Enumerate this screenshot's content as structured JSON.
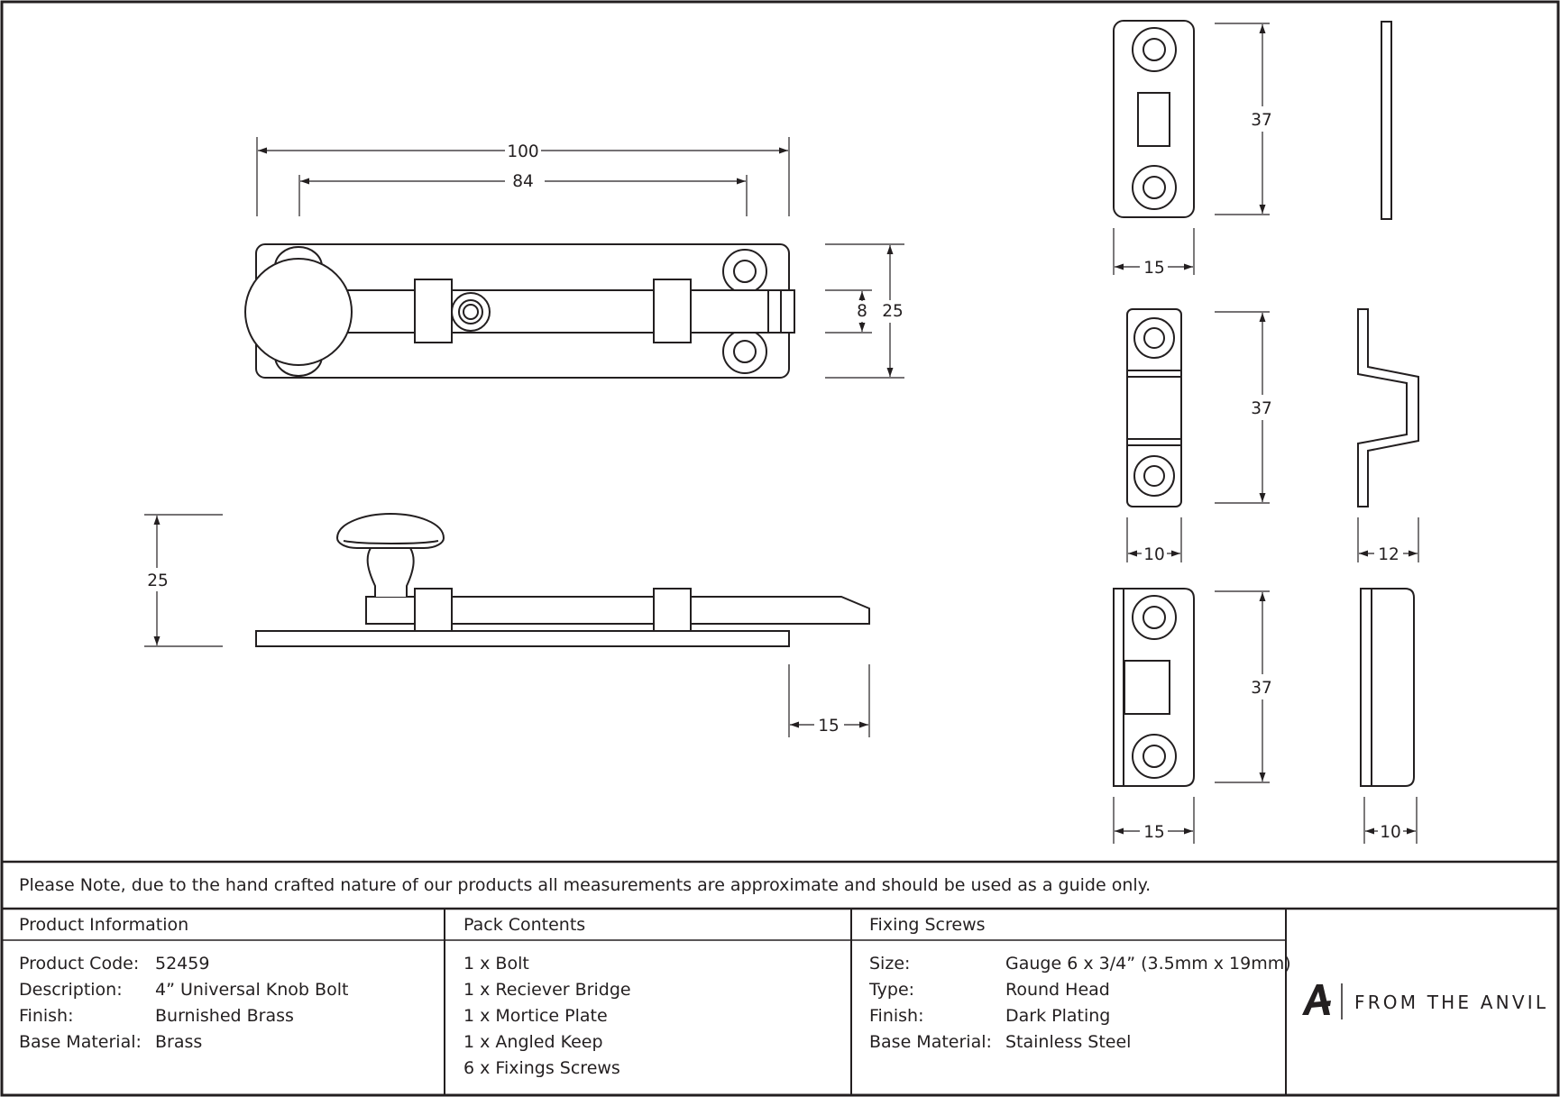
{
  "dimensions": {
    "overall_length": "100",
    "fixing_centres": "84",
    "plate_height": "25",
    "bolt_width": "8",
    "side_height": "25",
    "bolt_projection": "15",
    "receiver_bridge_height": "37",
    "receiver_bridge_width": "15",
    "mortice_plate_height": "37",
    "mortice_plate_width": "10",
    "angled_keep_projection": "12",
    "angled_keep_height": "37",
    "angled_keep_width": "15",
    "angled_keep_depth": "10"
  },
  "note": "Please Note, due to the hand crafted nature of our products all measurements are approximate and should be used as a guide only.",
  "product_info": {
    "heading": "Product Information",
    "rows": [
      {
        "label": "Product Code:",
        "value": "52459"
      },
      {
        "label": "Description:",
        "value": "4” Universal Knob Bolt"
      },
      {
        "label": "Finish:",
        "value": "Burnished Brass"
      },
      {
        "label": "Base Material:",
        "value": "Brass"
      }
    ]
  },
  "pack_contents": {
    "heading": "Pack Contents",
    "items": [
      "1 x Bolt",
      "1 x Reciever Bridge",
      "1 x Mortice Plate",
      "1 x Angled Keep",
      "6 x Fixings Screws"
    ]
  },
  "fixing_screws": {
    "heading": "Fixing Screws",
    "rows": [
      {
        "label": "Size:",
        "value": "Gauge 6 x 3/4” (3.5mm x 19mm)"
      },
      {
        "label": "Type:",
        "value": "Round Head"
      },
      {
        "label": "Finish:",
        "value": "Dark Plating"
      },
      {
        "label": "Base Material:",
        "value": "Stainless Steel"
      }
    ]
  },
  "brand": {
    "name": "FROM THE ANVIL",
    "logo_icon": "anvil-a-logo-icon"
  }
}
